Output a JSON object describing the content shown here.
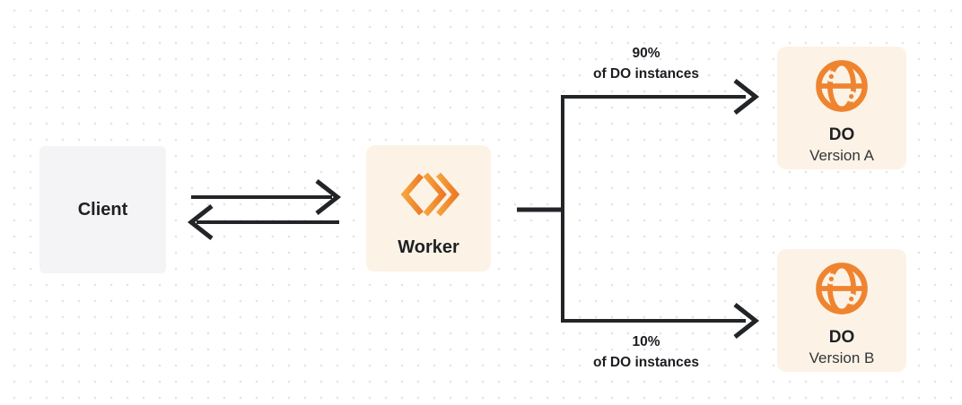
{
  "colors": {
    "accent_orange": "#ef8430",
    "box_cream": "#fcf3e6",
    "box_gray": "#f4f4f6",
    "line_dark": "#222427",
    "dot_grid": "#e4e4e8"
  },
  "nodes": {
    "client": {
      "label": "Client"
    },
    "worker": {
      "label": "Worker",
      "icon": "workers-icon"
    },
    "do_version_a": {
      "title": "DO",
      "subtitle": "Version A",
      "icon": "durable-object-globe-icon"
    },
    "do_version_b": {
      "title": "DO",
      "subtitle": "Version B",
      "icon": "durable-object-globe-icon"
    }
  },
  "edges": {
    "client_worker": {
      "type": "bidirectional-arrows"
    },
    "worker_do_a": {
      "label_percent": "90%",
      "label_caption": "of DO instances"
    },
    "worker_do_b": {
      "label_percent": "10%",
      "label_caption": "of DO instances"
    }
  }
}
